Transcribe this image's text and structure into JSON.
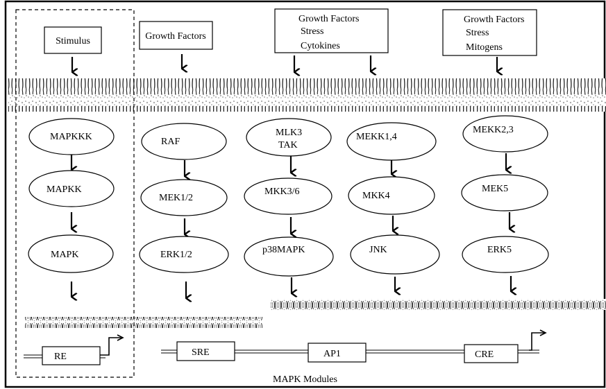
{
  "caption": "MAPK Modules",
  "stimulus_boxes": [
    {
      "id": "generic",
      "lines": [
        "Stimulus"
      ]
    },
    {
      "id": "erk",
      "lines": [
        "Growth Factors"
      ]
    },
    {
      "id": "p38-jnk",
      "lines": [
        "Growth Factors",
        "Stress",
        "Cytokines"
      ]
    },
    {
      "id": "erk5",
      "lines": [
        "Growth Factors",
        "Stress",
        "Mitogens"
      ]
    }
  ],
  "cascades": [
    {
      "id": "generic",
      "kinases": [
        [
          "MAPKKK"
        ],
        [
          "MAPKK"
        ],
        [
          "MAPK"
        ]
      ]
    },
    {
      "id": "erk",
      "kinases": [
        [
          "RAF"
        ],
        [
          "MEK1/2"
        ],
        [
          "ERK1/2"
        ]
      ]
    },
    {
      "id": "p38",
      "kinases": [
        [
          "MLK3",
          "TAK"
        ],
        [
          "MKK3/6"
        ],
        [
          "p38MAPK"
        ]
      ]
    },
    {
      "id": "jnk",
      "kinases": [
        [
          "MEKK1,4"
        ],
        [
          "MKK4"
        ],
        [
          "JNK"
        ]
      ]
    },
    {
      "id": "erk5",
      "kinases": [
        [
          "MEKK2,3"
        ],
        [
          "MEK5"
        ],
        [
          "ERK5"
        ]
      ]
    }
  ],
  "response_elements": [
    "RE",
    "SRE",
    "AP1",
    "CRE"
  ]
}
